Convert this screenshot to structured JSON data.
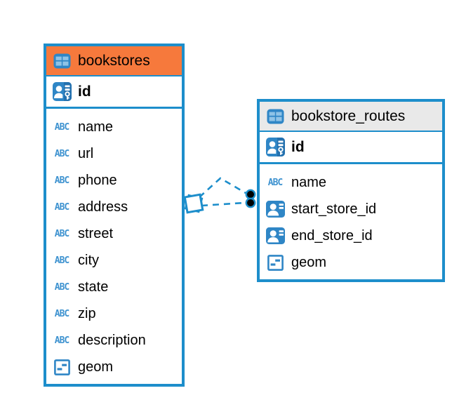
{
  "colors": {
    "accent_blue": "#1d8ecb",
    "icon_blue": "#2f86c6",
    "selected_header_orange": "#f6793c",
    "header_gray": "#e9e9e9",
    "text": "#000000",
    "background": "#ffffff",
    "relationship_dot_fill": "#000000"
  },
  "icon_glyphs": {
    "text-icon": "ABC"
  },
  "tables": [
    {
      "name": "bookstores",
      "icon": "table-icon",
      "header_color": "#f6793c",
      "primary_key": {
        "name": "id",
        "icon": "primary-key-icon"
      },
      "columns": [
        {
          "name": "name",
          "icon": "text-icon"
        },
        {
          "name": "url",
          "icon": "text-icon"
        },
        {
          "name": "phone",
          "icon": "text-icon"
        },
        {
          "name": "address",
          "icon": "text-icon"
        },
        {
          "name": "street",
          "icon": "text-icon"
        },
        {
          "name": "city",
          "icon": "text-icon"
        },
        {
          "name": "state",
          "icon": "text-icon"
        },
        {
          "name": "zip",
          "icon": "text-icon"
        },
        {
          "name": "description",
          "icon": "text-icon"
        },
        {
          "name": "geom",
          "icon": "geometry-icon"
        }
      ]
    },
    {
      "name": "bookstore_routes",
      "icon": "table-icon",
      "header_color": "#e9e9e9",
      "primary_key": {
        "name": "id",
        "icon": "primary-key-icon"
      },
      "columns": [
        {
          "name": "name",
          "icon": "text-icon"
        },
        {
          "name": "start_store_id",
          "icon": "foreign-key-icon"
        },
        {
          "name": "end_store_id",
          "icon": "foreign-key-icon"
        },
        {
          "name": "geom",
          "icon": "geometry-icon"
        }
      ]
    }
  ],
  "relationships": [
    {
      "from_table": "bookstores",
      "to_table": "bookstore_routes",
      "style": "dashed"
    },
    {
      "from_table": "bookstores",
      "to_table": "bookstore_routes",
      "style": "dashed"
    }
  ]
}
